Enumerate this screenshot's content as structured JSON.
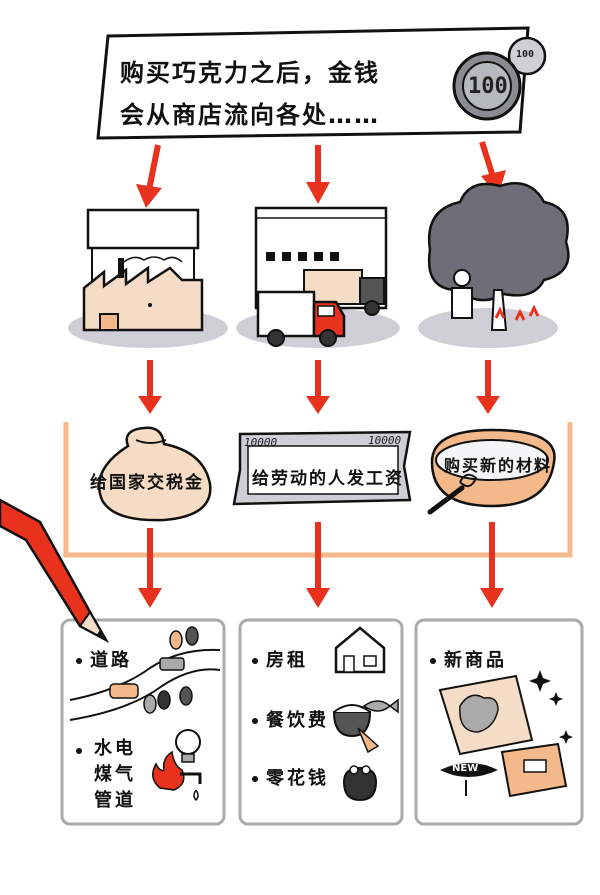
{
  "banner": {
    "line1": "购买巧克力之后，金钱",
    "line2": "会从商店流向各处……"
  },
  "coins": {
    "big": "100",
    "small": "100"
  },
  "middle": {
    "bag_label": "给国家交税金",
    "note_label": "给劳动的人发工资",
    "note_value_left": "10000",
    "note_value_right": "10000",
    "bowl_label": "购买新的材料"
  },
  "boxes": {
    "left": {
      "item1": "道路",
      "item2_lines": [
        "水电",
        "煤气",
        "管道"
      ]
    },
    "middle": {
      "item1": "房租",
      "item2": "餐饮费",
      "item3": "零花钱"
    },
    "right": {
      "item1": "新商品",
      "new_badge": "NEW"
    }
  },
  "colors": {
    "arrow": "#e8321e",
    "bracket": "#f4b98a",
    "factory": "#f5dcc6",
    "bag": "#f6dcc4",
    "tree": "#6f6d78",
    "ground": "#cfcdd6"
  },
  "icons": [
    "factory-icon",
    "truck-icon",
    "tree-icon",
    "money-bag-icon",
    "banknote-icon",
    "mixing-bowl-icon",
    "pencil-icon",
    "house-icon",
    "rice-bowl-icon",
    "fish-icon",
    "carrot-icon",
    "coin-purse-icon",
    "lightbulb-icon",
    "fire-icon",
    "faucet-icon",
    "car-icon",
    "chocolate-box-icon"
  ]
}
